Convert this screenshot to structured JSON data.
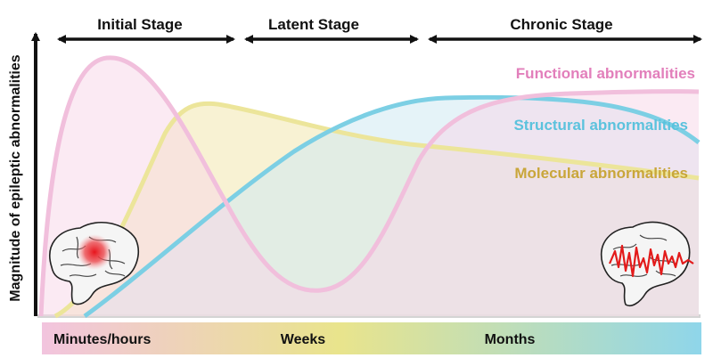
{
  "y_axis_label": "Magnitude of epileptic abnormalities",
  "stages": [
    {
      "label": "Initial Stage"
    },
    {
      "label": "Latent Stage"
    },
    {
      "label": "Chronic Stage"
    }
  ],
  "series": [
    {
      "label": "Functional abnormalities",
      "color": "#e27fbb",
      "fill": "#f7d5e8"
    },
    {
      "label": "Structural abnormalities",
      "color": "#5bc2dd",
      "fill": "#cfeaf2"
    },
    {
      "label": "Molecular abnormalities",
      "color": "#c9a63a",
      "fill": "#f3eab5"
    }
  ],
  "timeline": {
    "labels": [
      "Minutes/hours",
      "Weeks",
      "Months"
    ],
    "gradient": [
      "#f2c4de",
      "#e9e48c",
      "#8fd6ea"
    ]
  },
  "icons": [
    "brain-focal-lesion-icon",
    "brain-seizure-activity-icon"
  ]
}
